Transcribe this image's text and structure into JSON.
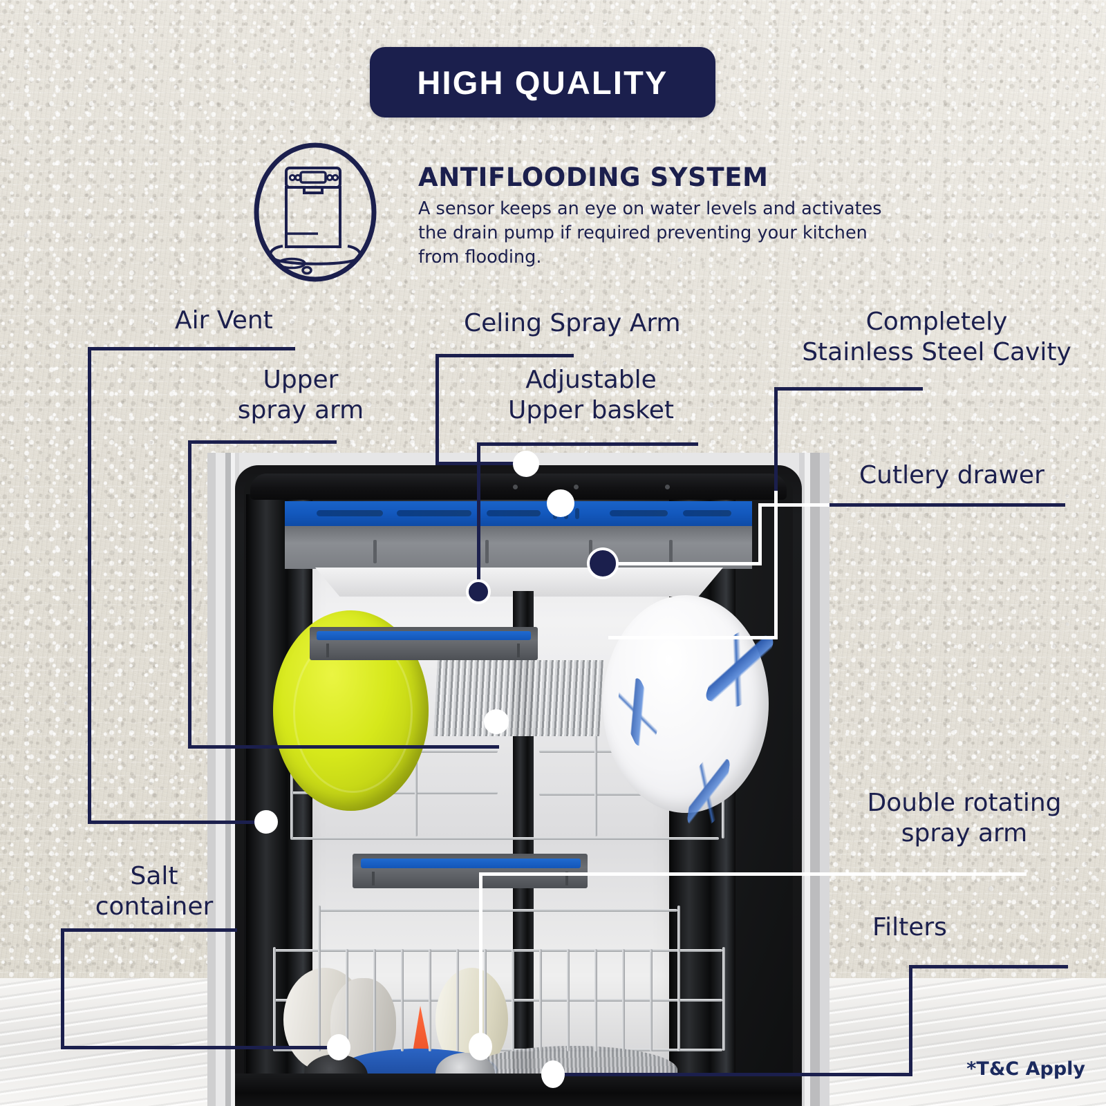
{
  "badge": {
    "text": "HIGH QUALITY"
  },
  "feature": {
    "icon": "dishwasher-leak-icon",
    "title": "ANTIFLOODING SYSTEM",
    "body_lines": [
      "A sensor keeps an eye on water levels and activates",
      "the drain pump if required preventing your kitchen",
      "from flooding."
    ]
  },
  "callouts": [
    {
      "id": "air-vent",
      "lines": [
        "Air Vent"
      ]
    },
    {
      "id": "upper-spray-arm",
      "lines": [
        "Upper",
        "spray arm"
      ]
    },
    {
      "id": "celing-spray-arm",
      "lines": [
        "Celing Spray Arm"
      ]
    },
    {
      "id": "adjustable-upper-basket",
      "lines": [
        "Adjustable",
        "Upper basket"
      ]
    },
    {
      "id": "stainless-steel-cavity",
      "lines": [
        "Completely",
        "Stainless Steel Cavity"
      ]
    },
    {
      "id": "cutlery-drawer",
      "lines": [
        "Cutlery drawer"
      ]
    },
    {
      "id": "double-rotating-spray-arm",
      "lines": [
        "Double rotating",
        "spray arm"
      ]
    },
    {
      "id": "filters",
      "lines": [
        "Filters"
      ]
    },
    {
      "id": "salt-container",
      "lines": [
        "Salt",
        "container"
      ]
    }
  ],
  "footer": {
    "terms": "*T&C Apply"
  },
  "colors": {
    "navy": "#1b1f4d",
    "white": "#ffffff",
    "accent_blue": "#1358bd",
    "wall": "#e6e2da"
  }
}
